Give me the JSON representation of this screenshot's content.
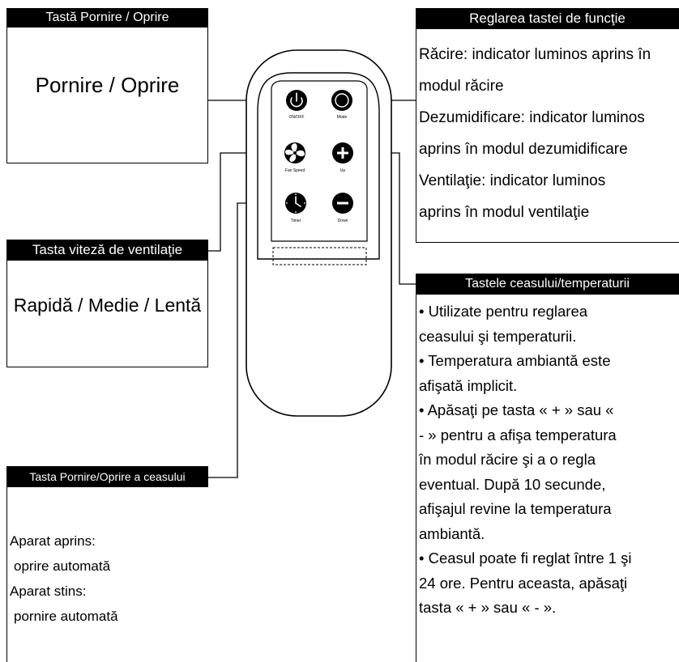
{
  "colors": {
    "ink": "#000000",
    "paper": "#ffffff"
  },
  "remote": {
    "buttons": [
      {
        "label": "ON/OFF",
        "icon": "power-icon"
      },
      {
        "label": "Mode",
        "icon": "mode-ring-icon"
      },
      {
        "label": "Fan Speed",
        "icon": "fan-icon"
      },
      {
        "label": "Up",
        "icon": "plus-icon"
      },
      {
        "label": "Timer",
        "icon": "clock-icon"
      },
      {
        "label": "Down",
        "icon": "minus-icon"
      }
    ]
  },
  "power_box": {
    "title": "Tastă Pornire / Oprire",
    "body": "Pornire / Oprire"
  },
  "fan_box": {
    "title": "Tasta viteză de ventilaţie",
    "body": "Rapidă / Medie / Lentă"
  },
  "timer_box": {
    "title": "Tasta Pornire/Oprire a ceasului",
    "lines": [
      "Aparat aprins:",
      "oprire automată",
      "Aparat stins:",
      "pornire automată"
    ]
  },
  "mode_box": {
    "title": "Reglarea tastei de funcţie",
    "lines": [
      "Răcire: indicator luminos aprins în",
      "modul răcire",
      "Dezumidificare: indicator luminos",
      "aprins în modul dezumidificare",
      "Ventilaţie: indicator luminos",
      "aprins în modul ventilaţie"
    ]
  },
  "clock_box": {
    "title": "Tastele ceasului/temperaturii",
    "lines": [
      "• Utilizate pentru reglarea",
      "ceasului şi temperaturii.",
      "• Temperatura ambiantă este",
      "afişată implicit.",
      "• Apăsaţi pe tasta « + » sau «",
      "- » pentru a afişa temperatura",
      "în modul răcire şi a o regla",
      "eventual. După 10 secunde,",
      "afişajul revine la temperatura",
      "ambiantă.",
      "• Ceasul poate fi reglat între 1 şi",
      "24 ore. Pentru aceasta, apăsaţi",
      "tasta « + » sau « - »."
    ]
  }
}
